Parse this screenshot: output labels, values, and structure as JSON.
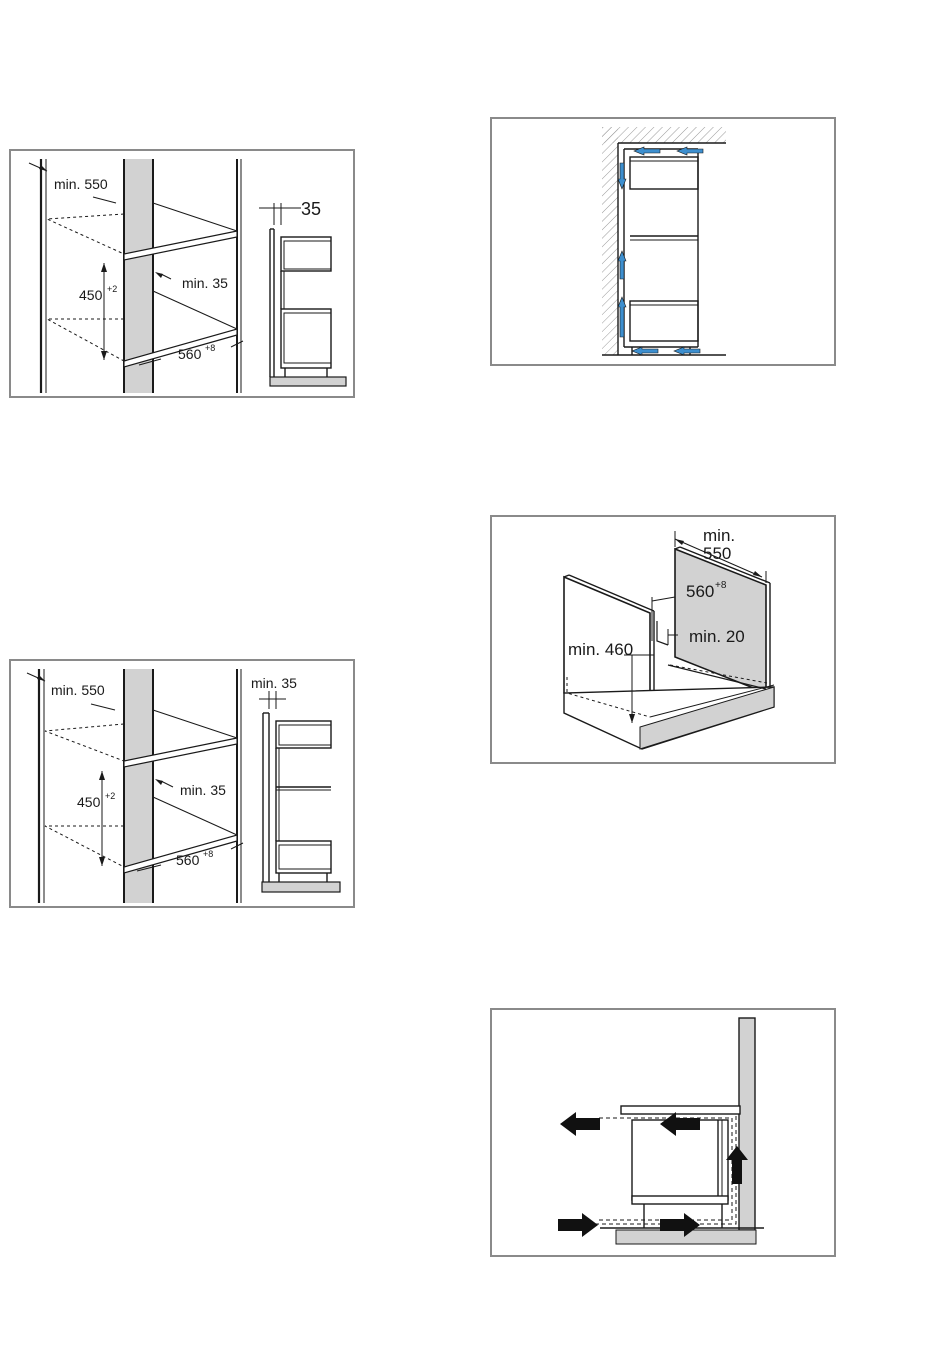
{
  "figure1": {
    "depth_label": "min. 550",
    "height_label": "450",
    "height_tol": "+2",
    "gap_label": "min. 35",
    "width_label": "560",
    "width_tol": "+8",
    "side_label": "35"
  },
  "figure2": {
    "note": ""
  },
  "figure3": {
    "depth_label": "min. 550",
    "height_label": "450",
    "height_tol": "+2",
    "gap_label": "min. 35",
    "width_label": "560",
    "width_tol": "+8",
    "side_label": "min. 35"
  },
  "figure4": {
    "depth_label_1": "min.",
    "depth_label_2": "550",
    "width_label": "560",
    "width_tol": "+8",
    "height_label": "min. 460",
    "gap_label": "min. 20"
  },
  "figure5": {
    "note": ""
  },
  "colors": {
    "frame": "#8a8a8a",
    "shelf_grey": "#d2d2d2",
    "arrow_blue": "#3d8fcf",
    "ink": "#1a1a1a"
  }
}
